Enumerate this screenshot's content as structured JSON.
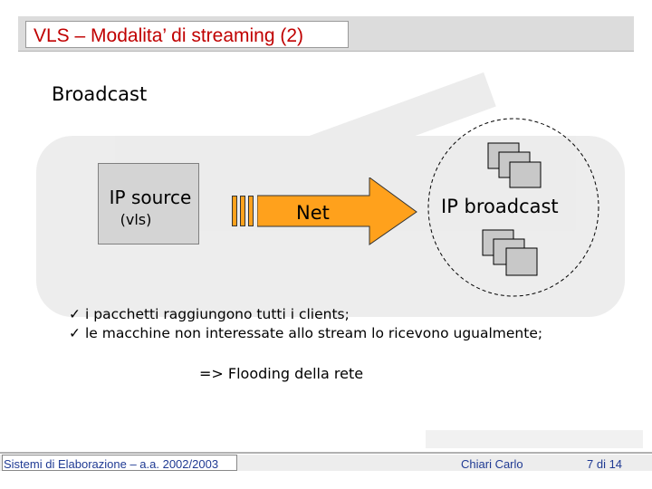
{
  "slide": {
    "title": "VLS – Modalita’ di streaming (2)",
    "section": "Broadcast"
  },
  "diagram": {
    "source": {
      "label": "IP source",
      "sublabel": "(vls)"
    },
    "network": {
      "label": "Net"
    },
    "destination": {
      "label": "IP broadcast"
    }
  },
  "bullets": [
    "i pacchetti raggiungono tutti i clients;",
    "le macchine non interessate allo stream lo ricevono ugualmente;"
  ],
  "check_glyph": "✓",
  "conclusion": "=> Flooding della rete",
  "footer": {
    "course": "Sistemi di Elaborazione – a.a. 2002/2003",
    "author": "Chiari Carlo",
    "page": "7 di 14"
  },
  "colors": {
    "title": "#c00000",
    "arrow": "#ffa11c",
    "footer_text": "#1f3a93",
    "source_box": "#d4d4d4"
  }
}
